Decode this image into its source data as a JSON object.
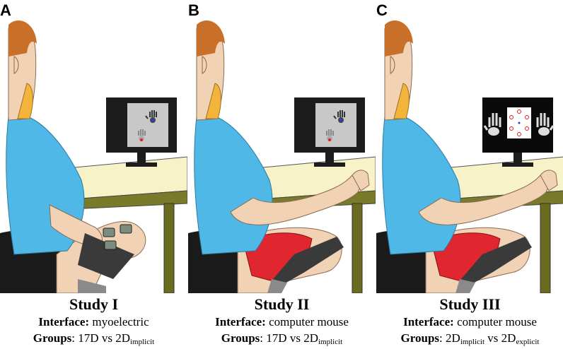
{
  "panels": [
    {
      "letter": "A",
      "title": "Study I",
      "interface_label": "Interface:",
      "interface_value": "myoelectric",
      "groups_label": "Groups",
      "groups_sep": ":",
      "g1": "17D",
      "vs": "vs",
      "g2_base": "2D",
      "g2_sub": "implicit",
      "g3_base": "",
      "g3_sub": ""
    },
    {
      "letter": "B",
      "title": "Study II",
      "interface_label": "Interface:",
      "interface_value": "computer mouse",
      "groups_label": "Groups",
      "groups_sep": ":",
      "g1": "17D",
      "vs": "vs",
      "g2_base": "2D",
      "g2_sub": "implicit",
      "g3_base": "",
      "g3_sub": ""
    },
    {
      "letter": "C",
      "title": "Study III",
      "interface_label": "Interface:",
      "interface_value": "computer mouse",
      "groups_label": "Groups",
      "groups_sep": ":",
      "g1": "",
      "vs": "vs",
      "g2_base": "2D",
      "g2_sub": "implicit",
      "g3_base": "2D",
      "g3_sub": "explicit"
    }
  ],
  "colors": {
    "hair": "#c8702a",
    "skin": "#f1d2b5",
    "mask": "#f2b43a",
    "shirt": "#4fb8e6",
    "shorts": "#e0262e",
    "table_top": "#f7f2c8",
    "table_leg": "#6a6b1e",
    "chair": "#1a1a1a",
    "monitor": "#1c1c1c",
    "screen_gray": "#c8c8c8",
    "screen_black": "#0a0a0a",
    "cursor_blue": "#2b3fd6",
    "cursor_red": "#e02020"
  },
  "icons": [
    "person-illustration",
    "monitor-icon",
    "hand-icon",
    "electrode-sleeve",
    "mouse-icon"
  ]
}
